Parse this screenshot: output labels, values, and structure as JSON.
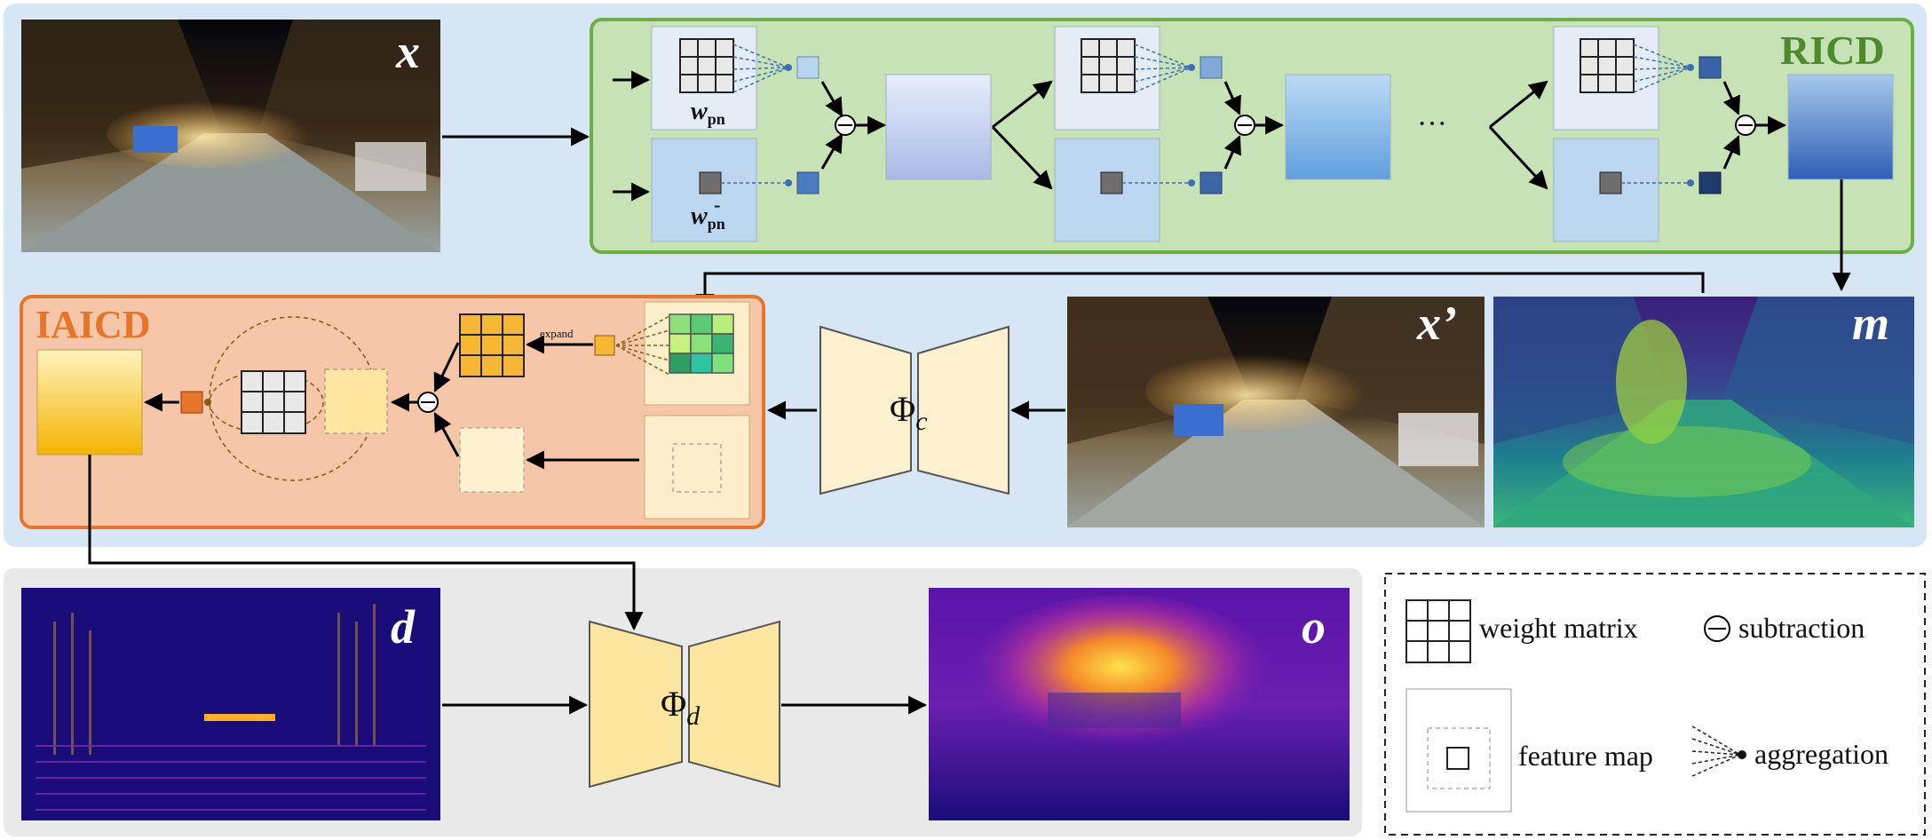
{
  "images": {
    "x_label": "x",
    "x_prime_label": "x’",
    "m_label": "m",
    "d_label": "d",
    "o_label": "o"
  },
  "ricd": {
    "title": "RICD",
    "w_pn": "w",
    "w_pn_sub": "pn",
    "w_neg_pn": "w",
    "w_neg_pn_sub": "pn",
    "w_neg_mark": "-",
    "ellipsis": "···"
  },
  "iaicd": {
    "title": "IAICD",
    "expand_label": "expand"
  },
  "networks": {
    "phi_c": "Φ",
    "phi_c_sub": "c",
    "phi_d": "Φ",
    "phi_d_sub": "d"
  },
  "legend": {
    "weight_matrix": "weight matrix",
    "subtraction": "subtraction",
    "feature_map": "feature map",
    "aggregation": "aggregation"
  },
  "colors": {
    "top_bg": "#d6e6f5",
    "bottom_bg": "#e9e9e9",
    "ricd_border": "#6fae45",
    "ricd_fill": "#c7e2b4",
    "ricd_title": "#4e8a2d",
    "iaicd_border": "#e8742a",
    "iaicd_fill": "#f6c6a8",
    "iaicd_title": "#e8742a"
  }
}
